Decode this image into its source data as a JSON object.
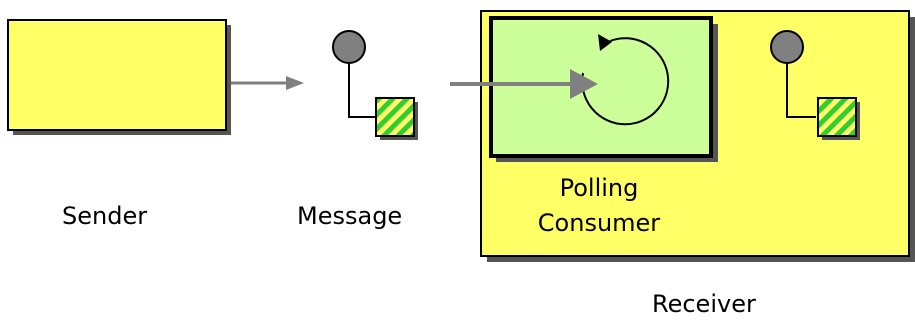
{
  "diagram": {
    "sender_label": "Sender",
    "message_label": "Message",
    "consumer_label_line1": "Polling",
    "consumer_label_line2": "Consumer",
    "receiver_label": "Receiver"
  },
  "colors": {
    "sender_fill": "#ffff66",
    "receiver_fill": "#ffff66",
    "consumer_fill": "#ccff99",
    "message_square_green": "#33cc33",
    "message_square_yellow": "#ffff66",
    "message_circle": "#808080",
    "arrow": "#808080",
    "shadow": "#666666",
    "outline": "#000000"
  }
}
